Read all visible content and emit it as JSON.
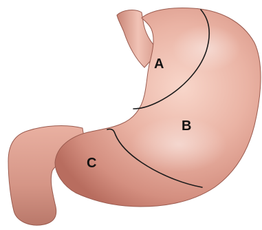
{
  "labels": {
    "region_a": "A",
    "region_b": "B",
    "region_c": "C"
  },
  "colors": {
    "stomach_base": "#e8a898",
    "stomach_light": "#f6cfc2",
    "stomach_shadow": "#b8695a",
    "stomach_outline": "#9a5a4e",
    "boundary_line": "#1a1a1a",
    "label_text": "#111111"
  }
}
